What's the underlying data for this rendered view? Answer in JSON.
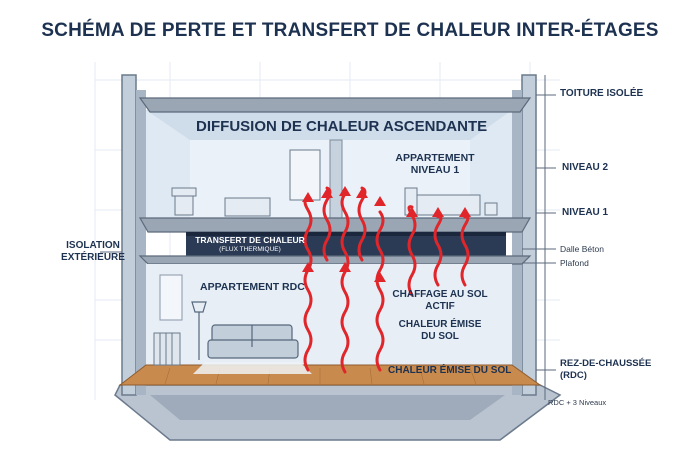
{
  "title": "SCHÉMA DE PERTE ET TRANSFERT DE CHALEUR INTER-ÉTAGES",
  "labels": {
    "diffusion": "DIFFUSION DE CHALEUR ASCENDANTE",
    "appt_n1_line1": "APPARTEMENT",
    "appt_n1_line2": "NIVEAU 1",
    "transfert_line1": "TRANSFERT DE CHALEUR",
    "transfert_line2": "(FLUX THERMIQUE)",
    "appt_rdc": "APPARTEMENT RDC",
    "chaffage_line1": "CHAFFAGE AU SOL",
    "chaffage_line2": "ACTIF",
    "chaleur_emise_line1": "CHALEUR ÉMISE",
    "chaleur_emise_line2": "DU SOL",
    "chaleur_emise_sol": "CHALEUR ÉMISE DU SOL",
    "isolation_line1": "ISOLATION",
    "isolation_line2": "EXTÉRIEURE"
  },
  "right_labels": {
    "toiture": "TOITURE ISOLÉE",
    "niveau2": "NIVEAU 2",
    "niveau1": "NIVEAU 1",
    "dalle": "Dalle Béton",
    "plafond": "Plafond",
    "rdc_line1": "REZ-DE-CHAUSSÉE",
    "rdc_line2": "(RDC)",
    "rdc_niveaux": "RDC + 3 Niveaux"
  },
  "colors": {
    "heat_arrow": "#e0262a",
    "concrete": "#9aa6b4",
    "wall_blue": "#d4e2f0",
    "slab_dark": "#2b3a55",
    "floor_wood": "#c98a4e",
    "title": "#1d3250"
  }
}
